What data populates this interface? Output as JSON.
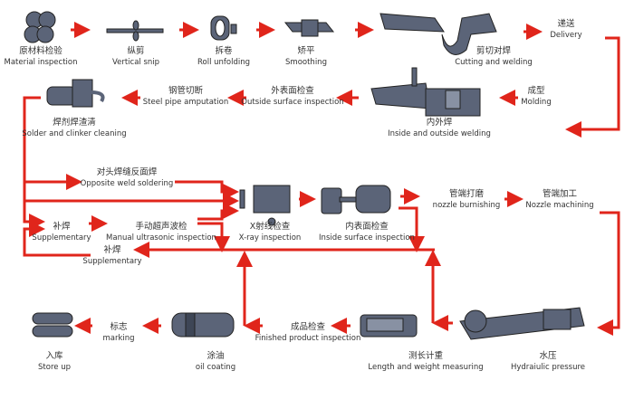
{
  "colors": {
    "arrow": "#e0251b",
    "machine": "#5b6478",
    "outline": "#222222"
  },
  "steps": [
    {
      "cn": "原材料检验",
      "en": "Material inspection"
    },
    {
      "cn": "纵剪",
      "en": "Vertical snip"
    },
    {
      "cn": "拆卷",
      "en": "Roll unfolding"
    },
    {
      "cn": "矫平",
      "en": "Smoothing"
    },
    {
      "cn": "剪切对焊",
      "en": "Cutting and welding"
    },
    {
      "cn": "递送",
      "en": "Delivery"
    },
    {
      "cn": "成型",
      "en": "Molding"
    },
    {
      "cn": "内外焊",
      "en": "Inside and outside welding"
    },
    {
      "cn": "外表面检查",
      "en": "Outside surface inspection"
    },
    {
      "cn": "钢管切断",
      "en": "Steel pipe amputation"
    },
    {
      "cn": "焊剂焊渣清",
      "en": "Solder and clinker cleaning"
    },
    {
      "cn": "对头焊缝反面焊",
      "en": "Opposite weld soldering"
    },
    {
      "cn": "补焊",
      "en": "Supplementary"
    },
    {
      "cn": "手动超声波检",
      "en": "Manual ultrasonic inspection"
    },
    {
      "cn": "X射线检查",
      "en": "X-ray inspection"
    },
    {
      "cn": "内表面检查",
      "en": "Inside surface inspection"
    },
    {
      "cn": "管端打磨",
      "en": "nozzle burnishing"
    },
    {
      "cn": "管端加工",
      "en": "Nozzle machining"
    },
    {
      "cn": "补焊",
      "en": "Supplementary"
    },
    {
      "cn": "水压",
      "en": "Hydraiulic pressure"
    },
    {
      "cn": "测长计重",
      "en": "Length and weight measuring"
    },
    {
      "cn": "成品检查",
      "en": "Finished product inspection"
    },
    {
      "cn": "涂油",
      "en": "oil coating"
    },
    {
      "cn": "标志",
      "en": "marking"
    },
    {
      "cn": "入库",
      "en": "Store up"
    }
  ]
}
